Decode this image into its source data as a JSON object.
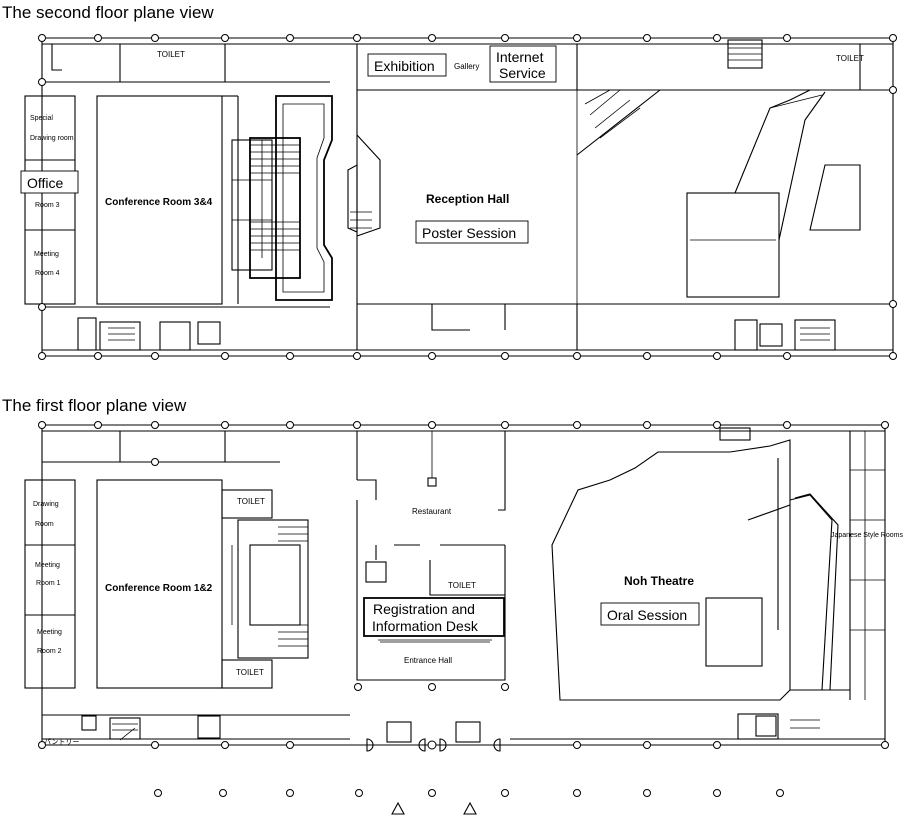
{
  "titles": {
    "second_floor": "The second floor plane view",
    "first_floor": "The first floor plane view"
  },
  "second_floor": {
    "toilet_left": "TOILET",
    "toilet_right": "TOILET",
    "exhibition": "Exhibition",
    "gallery": "Gallery",
    "internet_line1": "Internet",
    "internet_line2": "Service",
    "special_line1": "Special",
    "special_line2": "Drawing room",
    "office": "Office",
    "room3": "Room 3",
    "meeting4_line1": "Meeting",
    "meeting4_line2": "Room 4",
    "conference": "Conference Room 3&4",
    "reception": "Reception Hall",
    "poster": "Poster Session"
  },
  "first_floor": {
    "drawing_line1": "Drawing",
    "drawing_line2": "Room",
    "meeting1_line1": "Meeting",
    "meeting1_line2": "Room 1",
    "meeting2_line1": "Meeting",
    "meeting2_line2": "Room 2",
    "conference": "Conference Room 1&2",
    "toilet_top": "TOILET",
    "toilet_bottom": "TOILET",
    "toilet_center": "TOILET",
    "restaurant": "Restaurant",
    "registration_line1": "Registration and",
    "registration_line2": "Information Desk",
    "entrance": "Entrance Hall",
    "noh": "Noh Theatre",
    "oral": "Oral Session",
    "japanese": "Japanese Style Rooms",
    "pantry": "パントリー"
  }
}
